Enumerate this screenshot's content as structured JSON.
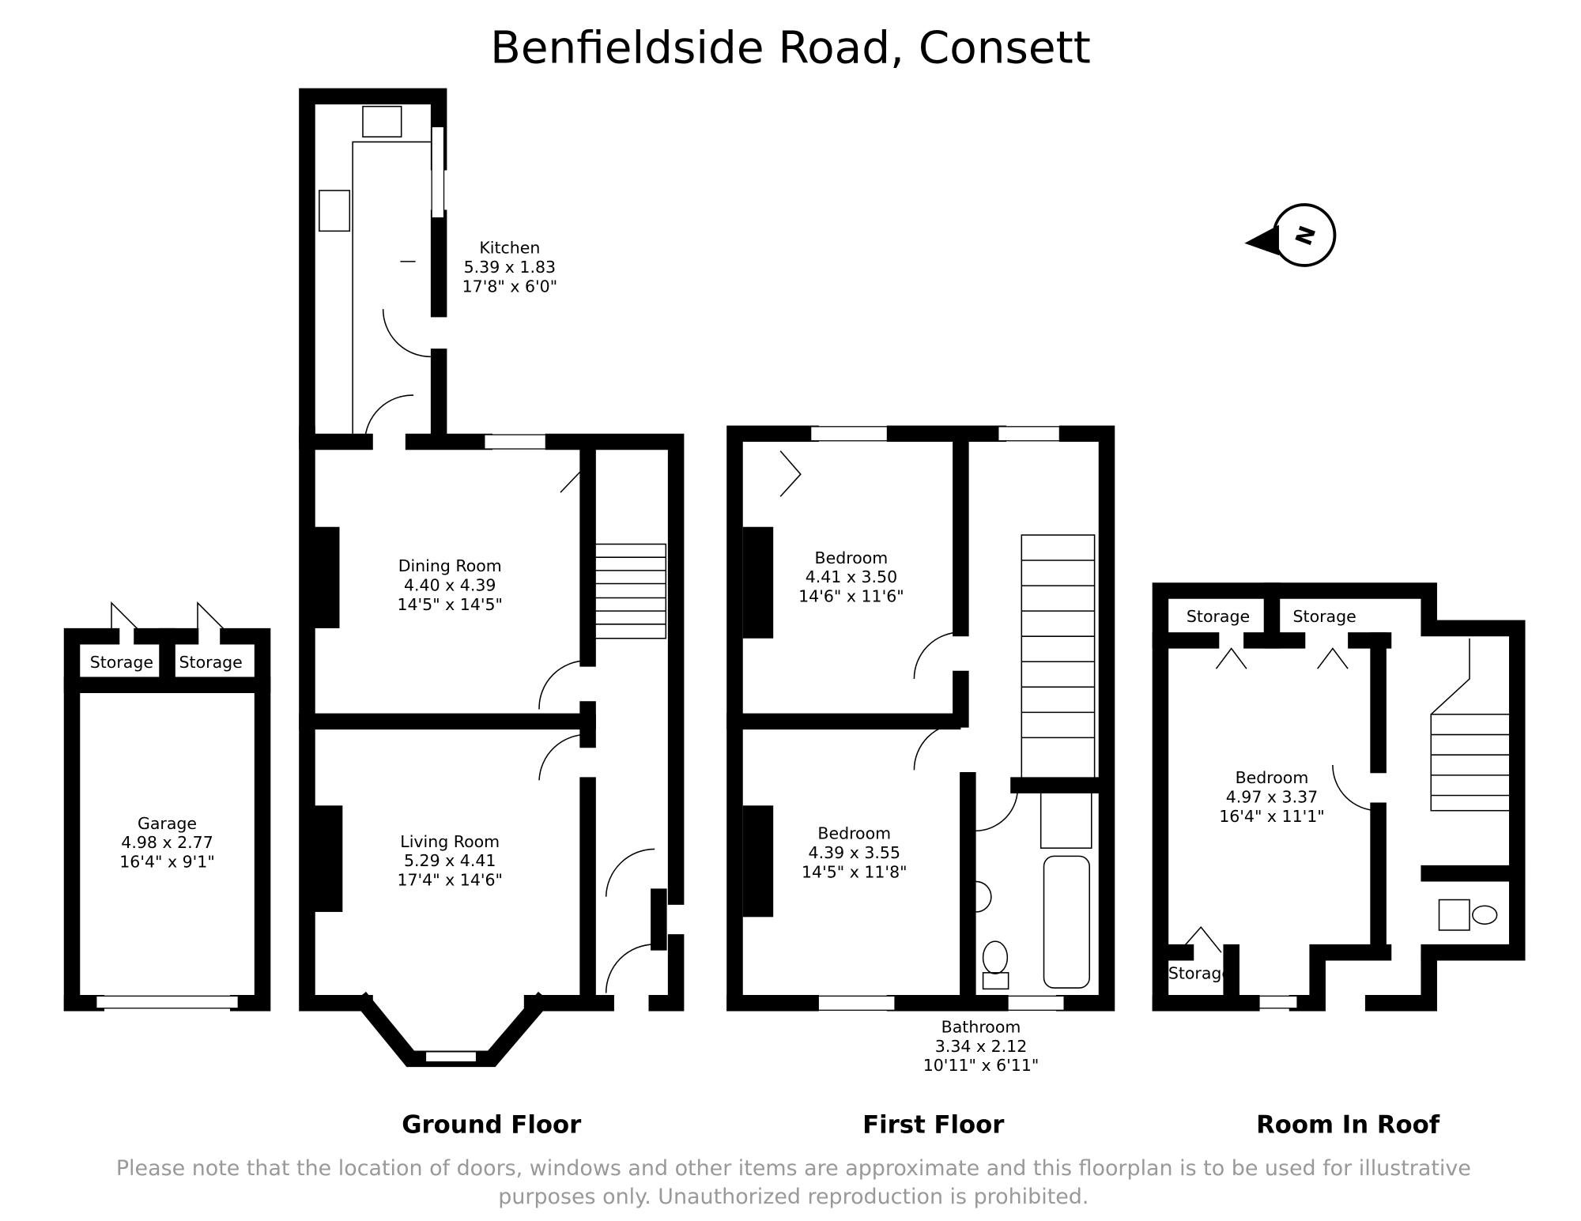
{
  "title": "Benfieldside Road, Consett",
  "floors": {
    "ground": {
      "label": "Ground Floor",
      "rooms": {
        "kitchen": {
          "name": "Kitchen",
          "metric": "5.39 x 1.83",
          "imperial": "17'8\" x 6'0\""
        },
        "dining": {
          "name": "Dining Room",
          "metric": "4.40 x 4.39",
          "imperial": "14'5\" x 14'5\""
        },
        "living": {
          "name": "Living Room",
          "metric": "5.29 x 4.41",
          "imperial": "17'4\" x 14'6\""
        },
        "garage": {
          "name": "Garage",
          "metric": "4.98 x 2.77",
          "imperial": "16'4\" x 9'1\""
        },
        "storage1": {
          "name": "Storage"
        },
        "storage2": {
          "name": "Storage"
        }
      }
    },
    "first": {
      "label": "First Floor",
      "rooms": {
        "bedroom1": {
          "name": "Bedroom",
          "metric": "4.41 x 3.50",
          "imperial": "14'6\" x 11'6\""
        },
        "bedroom2": {
          "name": "Bedroom",
          "metric": "4.39 x 3.55",
          "imperial": "14'5\" x 11'8\""
        },
        "bathroom": {
          "name": "Bathroom",
          "metric": "3.34 x 2.12",
          "imperial": "10'11\" x 6'11\""
        }
      }
    },
    "roof": {
      "label": "Room In Roof",
      "rooms": {
        "bedroom": {
          "name": "Bedroom",
          "metric": "4.97 x 3.37",
          "imperial": "16'4\" x 11'1\""
        },
        "storage1": {
          "name": "Storage"
        },
        "storage2": {
          "name": "Storage"
        },
        "storage3": {
          "name": "Storage"
        }
      }
    }
  },
  "compass": {
    "label": "N"
  },
  "disclaimer": {
    "line1": "Please note that the location of doors, windows and other items are approximate and this floorplan is to be used for illustrative",
    "line2": "purposes only. Unauthorized reproduction is prohibited."
  }
}
